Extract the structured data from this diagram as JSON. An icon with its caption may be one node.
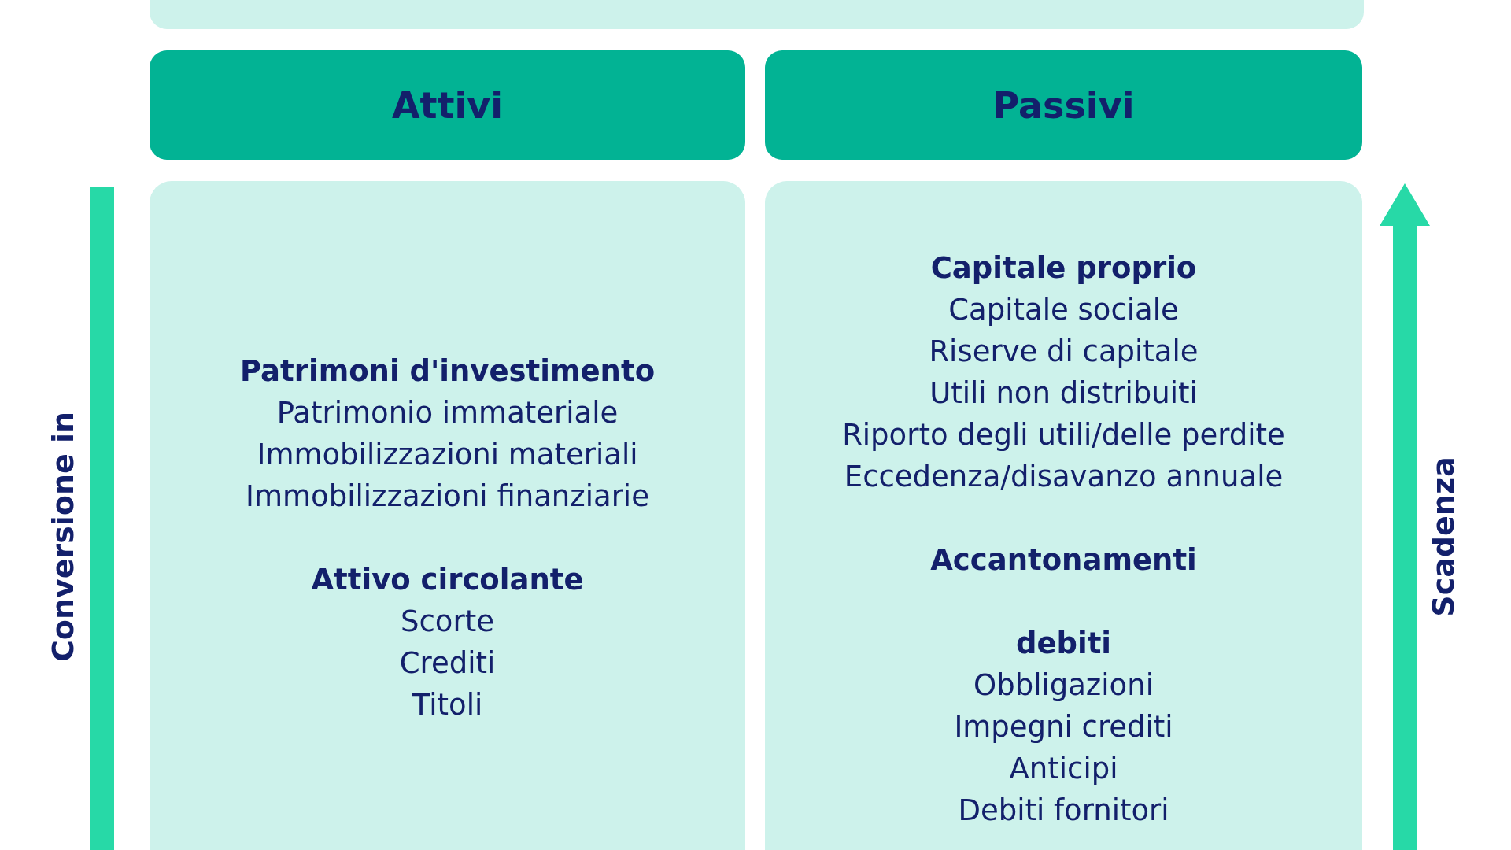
{
  "diagram": {
    "nodes": [
      {
        "text": [],
        "shape": "box"
      },
      {
        "text": [
          "Attivi"
        ]
      },
      {
        "text": [
          "Passivi"
        ]
      },
      {
        "text": [
          "Patrimoni d'investimento",
          "Patrimonio immateriale",
          "Immobilizzazioni materiali",
          "Immobilizzazioni finanziarie",
          "Attivo circolante",
          "Scorte",
          "Crediti",
          "Titoli"
        ]
      },
      {
        "text": [
          "Capitale proprio",
          "Capitale sociale",
          "Riserve di capitale",
          "Utili non distribuiti",
          "Riporto degli utili/delle perdite",
          "Eccedenza/disavanzo annuale",
          "Accantonamenti",
          "debiti",
          "Obbligazioni",
          "Impegni crediti",
          "Anticipi",
          "Debiti fornitori"
        ]
      }
    ],
    "edges": [],
    "labels": [
      "Conversione in",
      "Scadenza"
    ]
  }
}
